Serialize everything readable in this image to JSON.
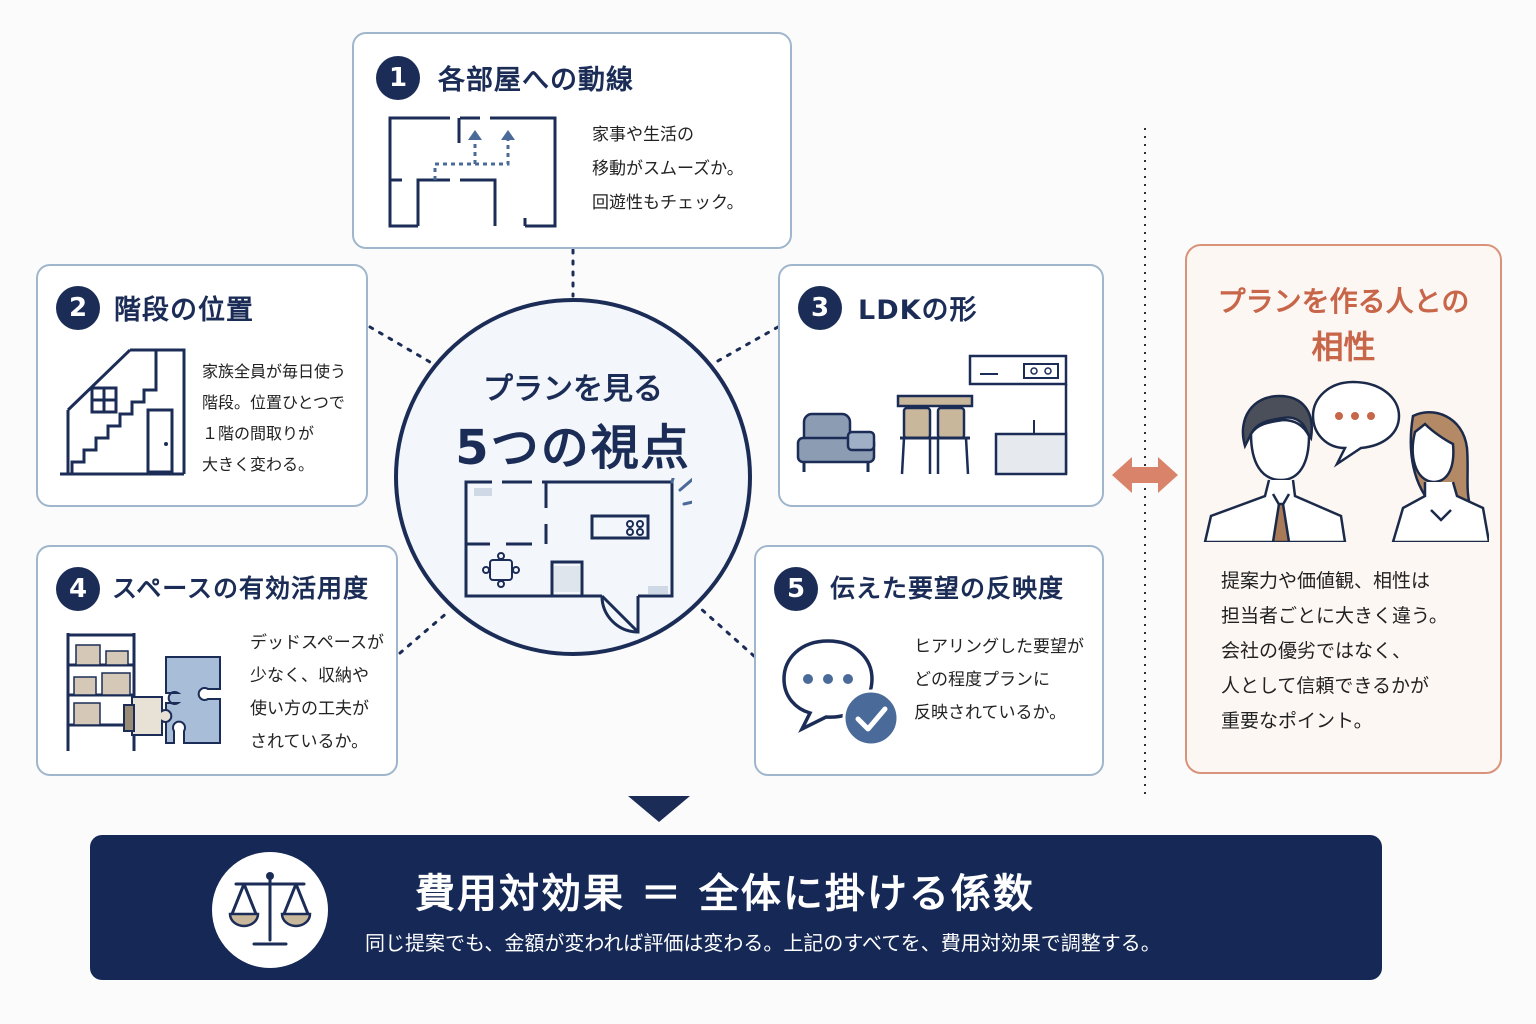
{
  "center": {
    "line1": "プランを見る",
    "line2": "5つの視点"
  },
  "cards": [
    {
      "num": "1",
      "title": "各部屋への動線",
      "desc": [
        "家事や生活の",
        "移動がスムーズか。",
        "回遊性もチェック。"
      ]
    },
    {
      "num": "2",
      "title": "階段の位置",
      "desc": [
        "家族全員が毎日使う",
        "階段。位置ひとつで",
        "１階の間取りが",
        "大きく変わる。"
      ]
    },
    {
      "num": "3",
      "title": "LDKの形",
      "desc": []
    },
    {
      "num": "4",
      "title": "スペースの有効活用度",
      "desc": [
        "デッドスペースが",
        "少なく、収納や",
        "使い方の工夫が",
        "されているか。"
      ]
    },
    {
      "num": "5",
      "title": "伝えた要望の反映度",
      "desc": [
        "ヒアリングした要望が",
        "どの程度プランに",
        "反映されているか。"
      ]
    }
  ],
  "right": {
    "title_line1": "プランを作る人との",
    "title_line2": "相性",
    "desc": [
      "提案力や価値観、相性は",
      "担当者ごとに大きく違う。",
      "会社の優劣ではなく、",
      "人として信頼できるかが",
      "重要なポイント。"
    ]
  },
  "bottom": {
    "title": "費用対効果 ＝ 全体に掛ける係数",
    "subtitle": "同じ提案でも、金額が変われば評価は変わる。上記のすべてを、費用対効果で調整する。"
  },
  "colors": {
    "navy": "#1b2d57",
    "card_border": "#9fb6cc",
    "accent": "#c8664a",
    "icon_blue": "#4a6b99"
  },
  "icons": [
    "scale-icon",
    "speech-bubble-icon",
    "check-icon",
    "floor-plan-icon",
    "stairs-icon",
    "sofa-icon",
    "chair-icon",
    "kitchen-icon",
    "shelf-icon",
    "puzzle-icon",
    "double-arrow-icon"
  ]
}
